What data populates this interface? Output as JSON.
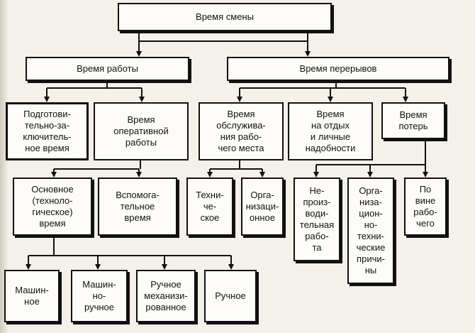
{
  "nodes": {
    "shift_time": "Время смены",
    "work_time": "Время работы",
    "break_time": "Время перерывов",
    "prep_final": "Подготови-\nтельно-за-\nключитель-\nное время",
    "operative": "Время\nоперативной\nработы",
    "workplace_service": "Время\nобслужива-\nния рабо-\nчего места",
    "rest_personal": "Время\nна отдых\nи личные\nнадобности",
    "losses": "Время\nпотерь",
    "basic": "Основное\n(техноло-\nгическое)\nвремя",
    "auxiliary": "Вспомога-\nтельное\nвремя",
    "technical": "Техни-\nче-\nское",
    "organizational": "Орга-\nнизаци-\nонное",
    "unproductive": "Не-\nпроиз-\nводи-\nтельная\nрабо-\nта",
    "org_tech_reasons": "Орга-\nниза-\nцион-\nно-\nтехни-\nческие\nпричи-\nны",
    "worker_fault": "По\nвине\nрабо-\nчего",
    "machine": "Машин-\nное",
    "machine_manual": "Машин-\nно-\nручное",
    "manual_mech": "Ручное\nмеханизи-\nрованное",
    "manual": "Ручное"
  }
}
